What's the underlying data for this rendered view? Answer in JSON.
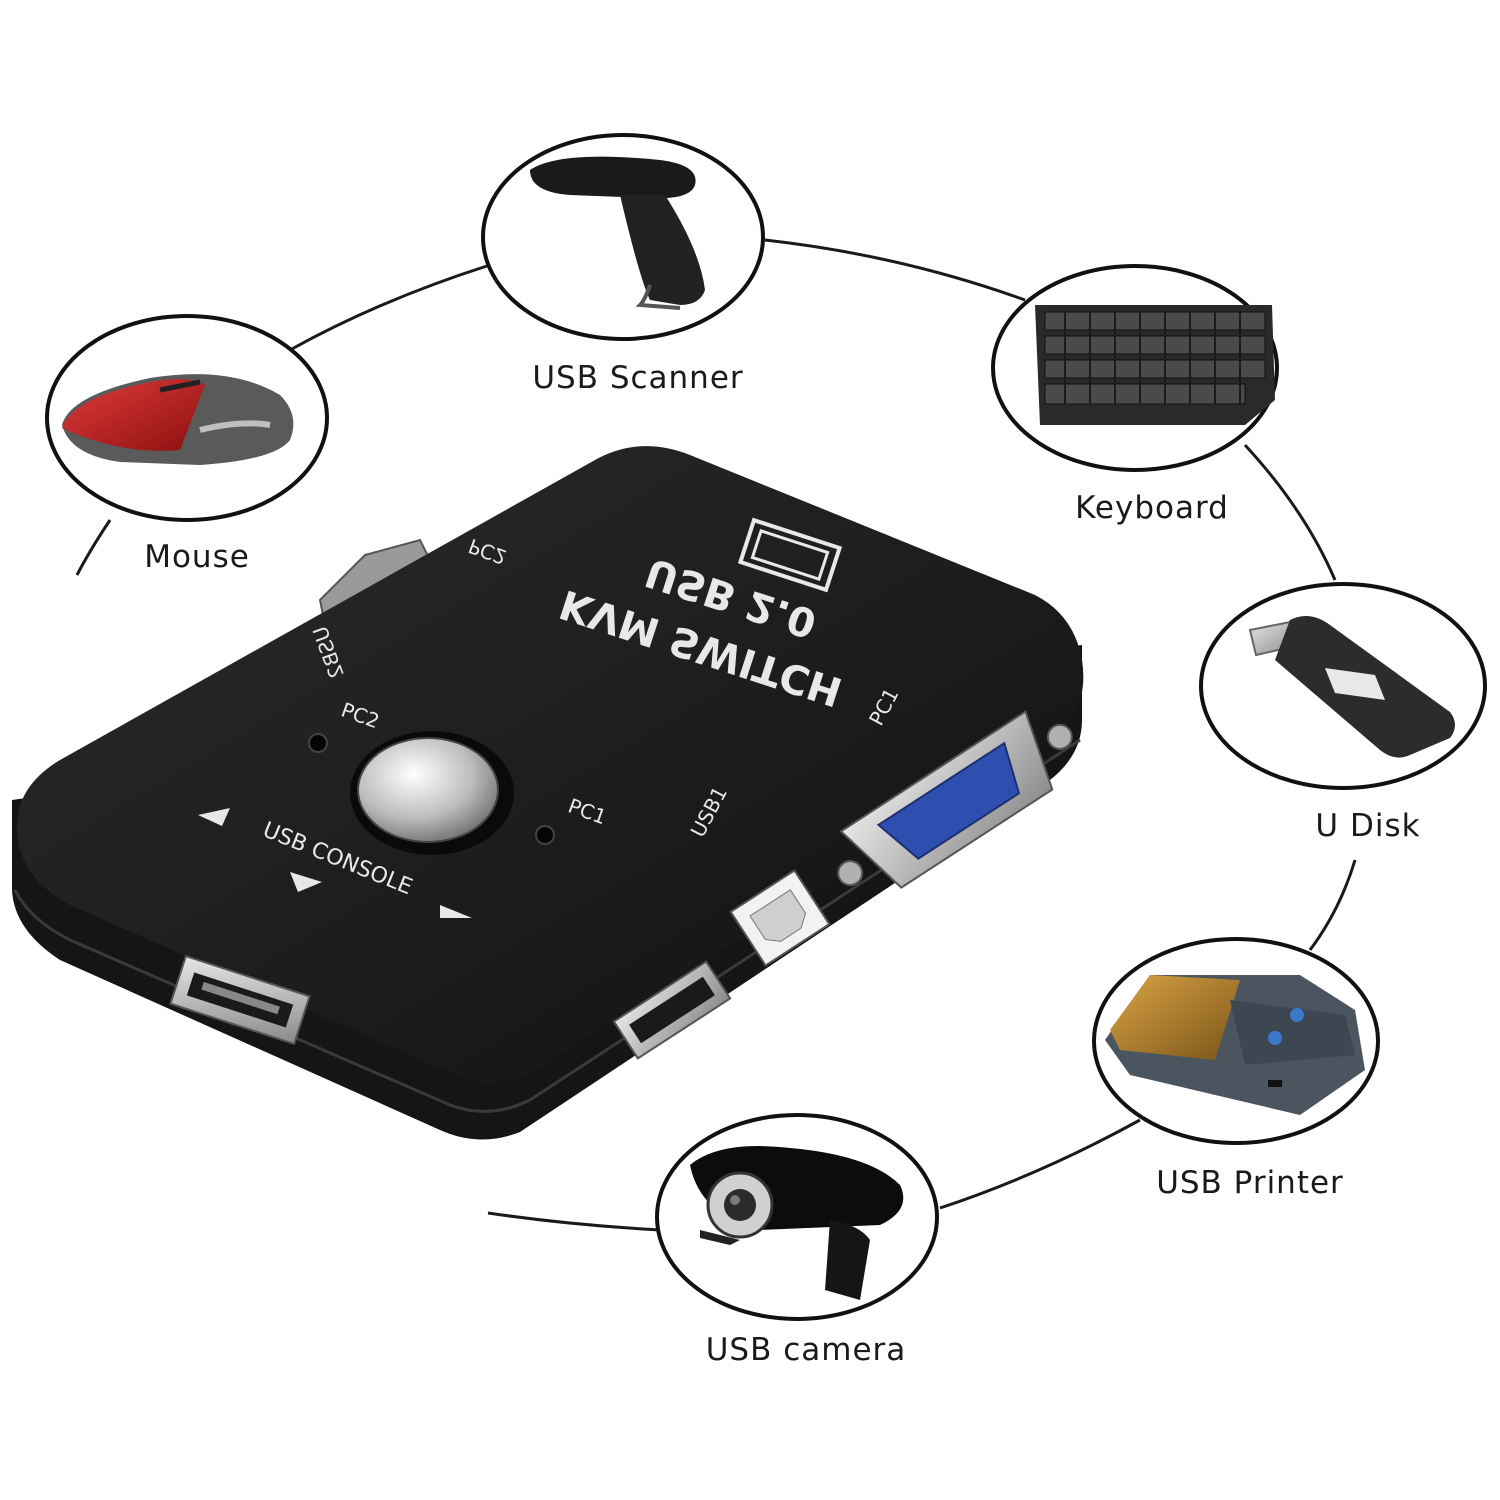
{
  "device": {
    "title_line1": "USB 2.0",
    "title_line2": "KVM SWITCH",
    "label_pc2_top": "PC2",
    "label_usb2": "USB2",
    "label_pc2": "PC2",
    "label_pc1": "PC1",
    "label_usb1": "USB1",
    "label_pc1_side": "PC1",
    "label_console": "USB CONSOLE"
  },
  "peripherals": [
    {
      "label": "USB Scanner",
      "icon": "barcode-scanner-icon"
    },
    {
      "label": "Keyboard",
      "icon": "keyboard-icon"
    },
    {
      "label": "Mouse",
      "icon": "mouse-icon"
    },
    {
      "label": "U Disk",
      "icon": "usb-flash-drive-icon"
    },
    {
      "label": "USB Printer",
      "icon": "printer-icon"
    },
    {
      "label": "USB camera",
      "icon": "webcam-icon"
    }
  ],
  "colors": {
    "device_body": "#1c1c1c",
    "mouse_accent": "#c41e1e",
    "vga_port": "#2f4fb0",
    "printer_lid": "#b8842a"
  }
}
